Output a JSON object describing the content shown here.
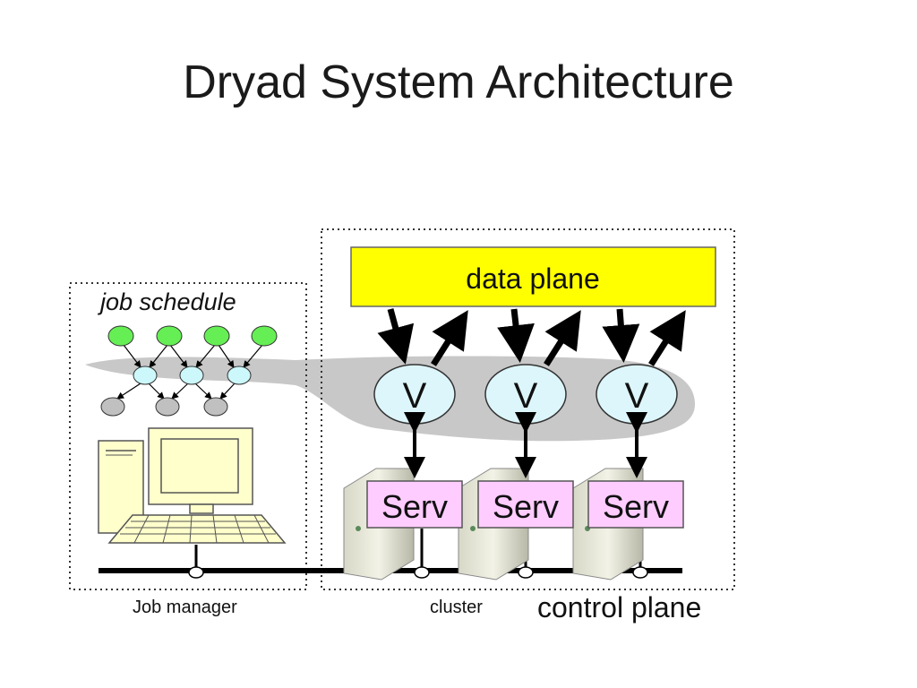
{
  "slide": {
    "title": "Dryad System Architecture"
  },
  "diagram": {
    "job_schedule_label": "job schedule",
    "data_plane_label": "data plane",
    "vertex_label": "V",
    "server_label": "Serv",
    "job_manager_label": "Job manager",
    "cluster_label": "cluster",
    "control_plane_label": "control plane"
  },
  "colors": {
    "data_plane_fill": "#ffff00",
    "server_fill": "#ffccff",
    "vertex_fill": "#ddf6fb",
    "graph_top_node": "#66ee55",
    "graph_mid_node": "#ccf8fb",
    "graph_bottom_node": "#c0c0c0",
    "shadow": "#c8c8c8",
    "computer_fill": "#ffffcc"
  }
}
